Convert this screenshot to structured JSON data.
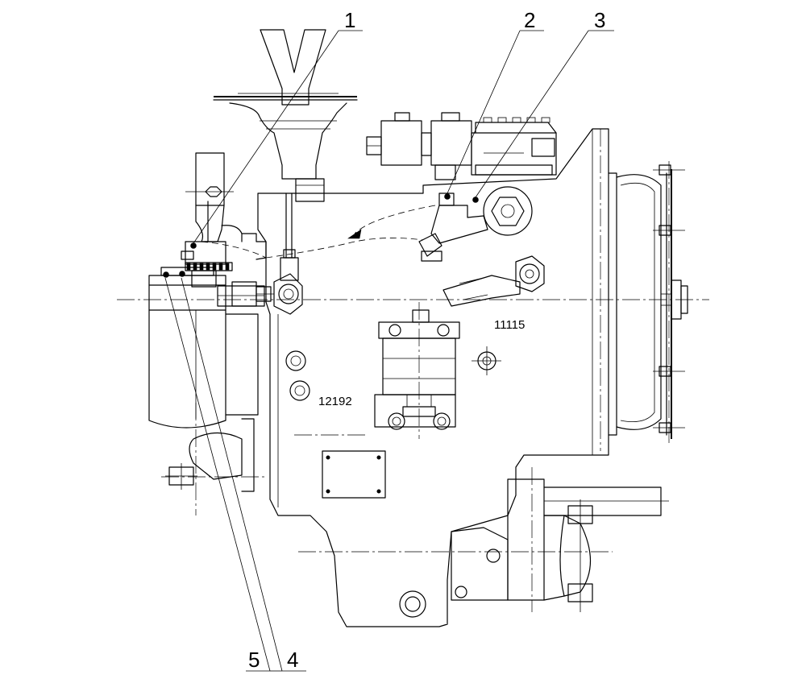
{
  "callouts": {
    "c1": "1",
    "c2": "2",
    "c3": "3",
    "c4": "4",
    "c5": "5"
  },
  "part_marks": {
    "upper": "11115",
    "lower": "12192"
  }
}
